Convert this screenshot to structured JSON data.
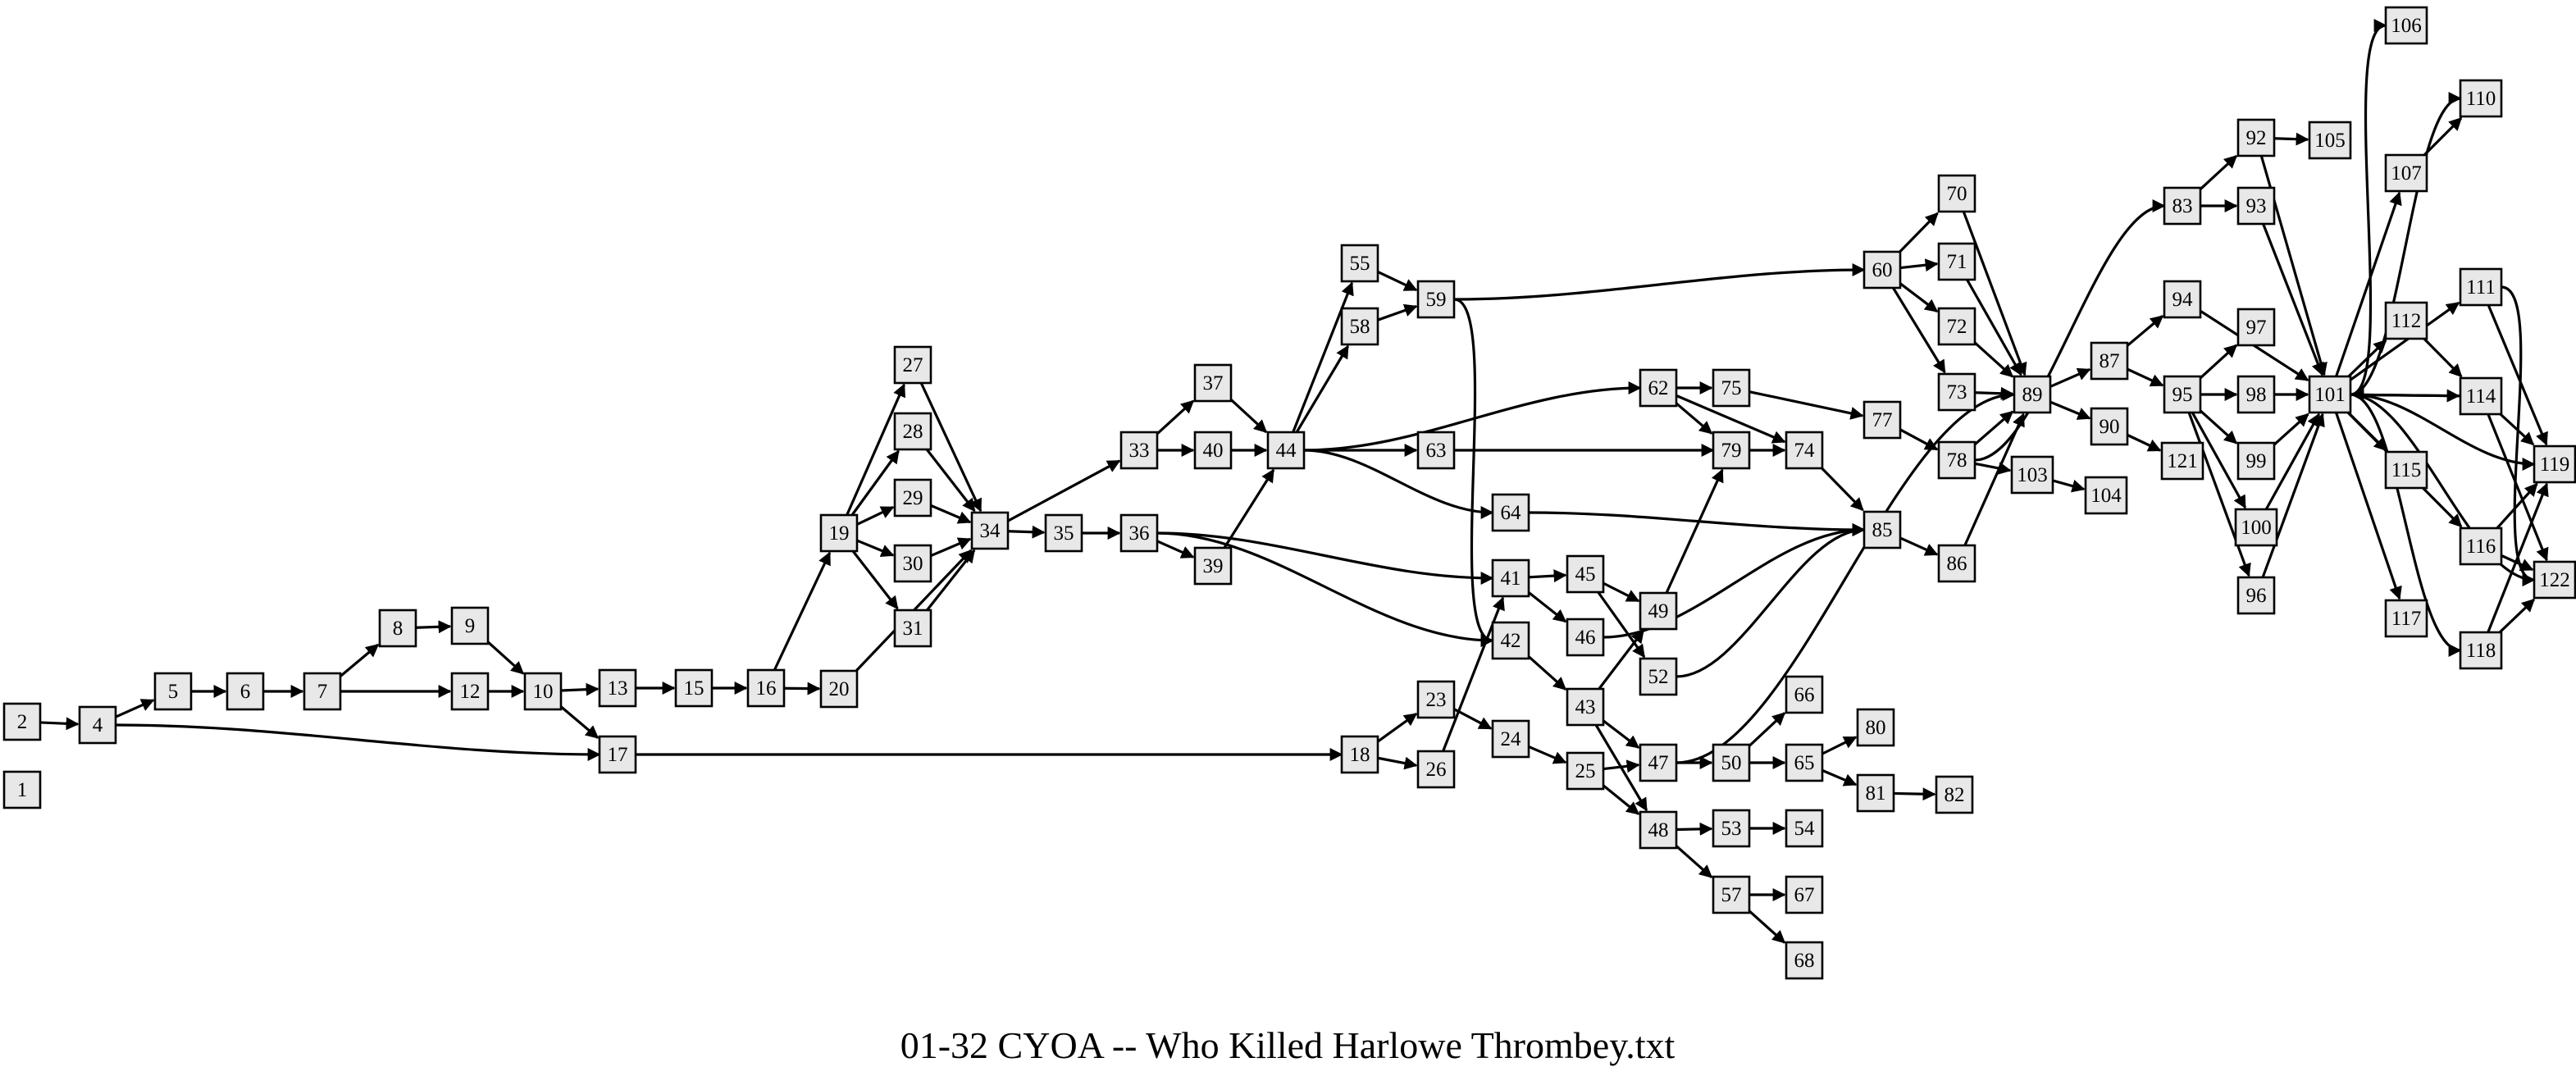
{
  "caption": "01-32 CYOA -- Who Killed Harlowe Thrombey.txt",
  "colors": {
    "node_fill": "#e8e8e8",
    "stroke": "#000000",
    "background": "#ffffff"
  },
  "nodes": [
    "1",
    "2",
    "4",
    "5",
    "6",
    "7",
    "8",
    "9",
    "10",
    "12",
    "13",
    "15",
    "16",
    "17",
    "18",
    "19",
    "20",
    "23",
    "24",
    "25",
    "26",
    "27",
    "28",
    "29",
    "30",
    "31",
    "33",
    "34",
    "35",
    "36",
    "37",
    "39",
    "40",
    "41",
    "42",
    "43",
    "44",
    "45",
    "46",
    "47",
    "48",
    "49",
    "50",
    "52",
    "53",
    "54",
    "55",
    "57",
    "58",
    "59",
    "60",
    "62",
    "63",
    "64",
    "65",
    "66",
    "67",
    "68",
    "70",
    "71",
    "72",
    "73",
    "74",
    "75",
    "77",
    "78",
    "79",
    "80",
    "81",
    "82",
    "83",
    "85",
    "86",
    "87",
    "89",
    "90",
    "92",
    "93",
    "94",
    "95",
    "96",
    "97",
    "98",
    "99",
    "100",
    "101",
    "103",
    "104",
    "105",
    "106",
    "107",
    "110",
    "111",
    "112",
    "114",
    "115",
    "116",
    "117",
    "118",
    "119",
    "121",
    "122"
  ],
  "edges": [
    [
      "2",
      "4"
    ],
    [
      "4",
      "5"
    ],
    [
      "4",
      "17"
    ],
    [
      "5",
      "6"
    ],
    [
      "6",
      "7"
    ],
    [
      "7",
      "8"
    ],
    [
      "7",
      "12"
    ],
    [
      "8",
      "9"
    ],
    [
      "9",
      "10"
    ],
    [
      "12",
      "10"
    ],
    [
      "10",
      "13"
    ],
    [
      "10",
      "17"
    ],
    [
      "13",
      "15"
    ],
    [
      "15",
      "16"
    ],
    [
      "16",
      "19"
    ],
    [
      "16",
      "20"
    ],
    [
      "17",
      "18"
    ],
    [
      "19",
      "27"
    ],
    [
      "19",
      "28"
    ],
    [
      "19",
      "29"
    ],
    [
      "19",
      "30"
    ],
    [
      "19",
      "31"
    ],
    [
      "20",
      "34"
    ],
    [
      "27",
      "34"
    ],
    [
      "28",
      "34"
    ],
    [
      "29",
      "34"
    ],
    [
      "30",
      "34"
    ],
    [
      "31",
      "34"
    ],
    [
      "34",
      "33"
    ],
    [
      "34",
      "35"
    ],
    [
      "35",
      "36"
    ],
    [
      "33",
      "37"
    ],
    [
      "33",
      "40"
    ],
    [
      "37",
      "44"
    ],
    [
      "40",
      "44"
    ],
    [
      "36",
      "39"
    ],
    [
      "39",
      "44"
    ],
    [
      "36",
      "41"
    ],
    [
      "36",
      "42"
    ],
    [
      "44",
      "55"
    ],
    [
      "44",
      "58"
    ],
    [
      "44",
      "62"
    ],
    [
      "44",
      "63"
    ],
    [
      "44",
      "64"
    ],
    [
      "55",
      "59"
    ],
    [
      "58",
      "59"
    ],
    [
      "59",
      "60"
    ],
    [
      "59",
      "42"
    ],
    [
      "18",
      "23"
    ],
    [
      "18",
      "26"
    ],
    [
      "23",
      "24"
    ],
    [
      "26",
      "41"
    ],
    [
      "24",
      "25"
    ],
    [
      "25",
      "47"
    ],
    [
      "25",
      "48"
    ],
    [
      "41",
      "45"
    ],
    [
      "41",
      "46"
    ],
    [
      "45",
      "49"
    ],
    [
      "45",
      "52"
    ],
    [
      "42",
      "43"
    ],
    [
      "43",
      "49"
    ],
    [
      "43",
      "47"
    ],
    [
      "43",
      "48"
    ],
    [
      "46",
      "85"
    ],
    [
      "52",
      "85"
    ],
    [
      "49",
      "79"
    ],
    [
      "47",
      "50"
    ],
    [
      "47",
      "89"
    ],
    [
      "48",
      "53"
    ],
    [
      "48",
      "57"
    ],
    [
      "53",
      "54"
    ],
    [
      "50",
      "66"
    ],
    [
      "50",
      "65"
    ],
    [
      "65",
      "80"
    ],
    [
      "65",
      "81"
    ],
    [
      "81",
      "82"
    ],
    [
      "57",
      "67"
    ],
    [
      "57",
      "68"
    ],
    [
      "62",
      "75"
    ],
    [
      "62",
      "79"
    ],
    [
      "62",
      "74"
    ],
    [
      "63",
      "79"
    ],
    [
      "64",
      "85"
    ],
    [
      "79",
      "74"
    ],
    [
      "74",
      "85"
    ],
    [
      "75",
      "77"
    ],
    [
      "77",
      "78"
    ],
    [
      "60",
      "70"
    ],
    [
      "60",
      "71"
    ],
    [
      "60",
      "72"
    ],
    [
      "60",
      "73"
    ],
    [
      "70",
      "89"
    ],
    [
      "71",
      "89"
    ],
    [
      "72",
      "89"
    ],
    [
      "73",
      "89"
    ],
    [
      "78",
      "89"
    ],
    [
      "78",
      "83"
    ],
    [
      "78",
      "103"
    ],
    [
      "85",
      "86"
    ],
    [
      "86",
      "89"
    ],
    [
      "103",
      "104"
    ],
    [
      "89",
      "87"
    ],
    [
      "89",
      "90"
    ],
    [
      "90",
      "121"
    ],
    [
      "87",
      "94"
    ],
    [
      "87",
      "95"
    ],
    [
      "83",
      "92"
    ],
    [
      "83",
      "93"
    ],
    [
      "92",
      "105"
    ],
    [
      "92",
      "101"
    ],
    [
      "93",
      "101"
    ],
    [
      "94",
      "101"
    ],
    [
      "95",
      "97"
    ],
    [
      "95",
      "98"
    ],
    [
      "95",
      "99"
    ],
    [
      "95",
      "100"
    ],
    [
      "95",
      "96"
    ],
    [
      "98",
      "101"
    ],
    [
      "99",
      "101"
    ],
    [
      "100",
      "101"
    ],
    [
      "96",
      "101"
    ],
    [
      "101",
      "106"
    ],
    [
      "101",
      "110"
    ],
    [
      "101",
      "107"
    ],
    [
      "107",
      "110"
    ],
    [
      "101",
      "111"
    ],
    [
      "101",
      "112"
    ],
    [
      "112",
      "114"
    ],
    [
      "101",
      "114"
    ],
    [
      "114",
      "101"
    ],
    [
      "101",
      "115"
    ],
    [
      "101",
      "116"
    ],
    [
      "101",
      "117"
    ],
    [
      "101",
      "118"
    ],
    [
      "101",
      "119"
    ],
    [
      "101",
      "122"
    ],
    [
      "111",
      "119"
    ],
    [
      "111",
      "122"
    ],
    [
      "114",
      "119"
    ],
    [
      "114",
      "122"
    ],
    [
      "116",
      "119"
    ],
    [
      "116",
      "122"
    ],
    [
      "118",
      "119"
    ],
    [
      "118",
      "122"
    ]
  ]
}
